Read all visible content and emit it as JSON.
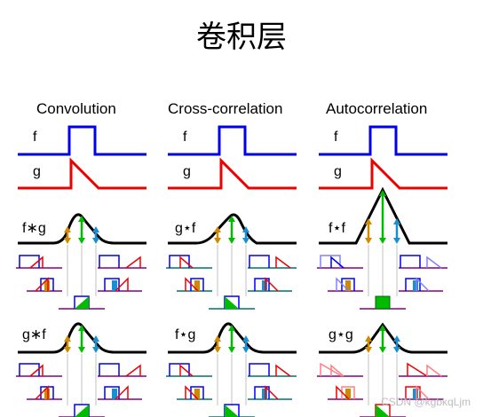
{
  "title": "卷积层",
  "columns": [
    {
      "id": "convolution",
      "header": "Convolution",
      "f_label": "f",
      "g_label": "g",
      "result1_label": "f∗g",
      "result2_label": "g∗f",
      "result2_mode": "conv"
    },
    {
      "id": "cross-correlation",
      "header": "Cross-correlation",
      "f_label": "f",
      "g_label": "g",
      "result1_label": "g⋆f",
      "result2_label": "f⋆g",
      "result2_mode": "xcorr"
    },
    {
      "id": "autocorrelation",
      "header": "Autocorrelation",
      "f_label": "f",
      "g_label": "g",
      "result1_label": "f⋆f",
      "result2_label": "g⋆g",
      "result2_mode": "auto"
    }
  ],
  "watermark": "CSDN @kgbkqLjm",
  "colors": {
    "f": "#0000ee",
    "g": "#ee0000",
    "result": "#000000",
    "arrow_left": "#d08a00",
    "arrow_mid": "#00bb00",
    "arrow_right": "#1a8fd0",
    "baseline_purple": "#800080",
    "baseline_teal": "#007070",
    "pink": "#ff8080",
    "light_blue": "#8080ff"
  }
}
